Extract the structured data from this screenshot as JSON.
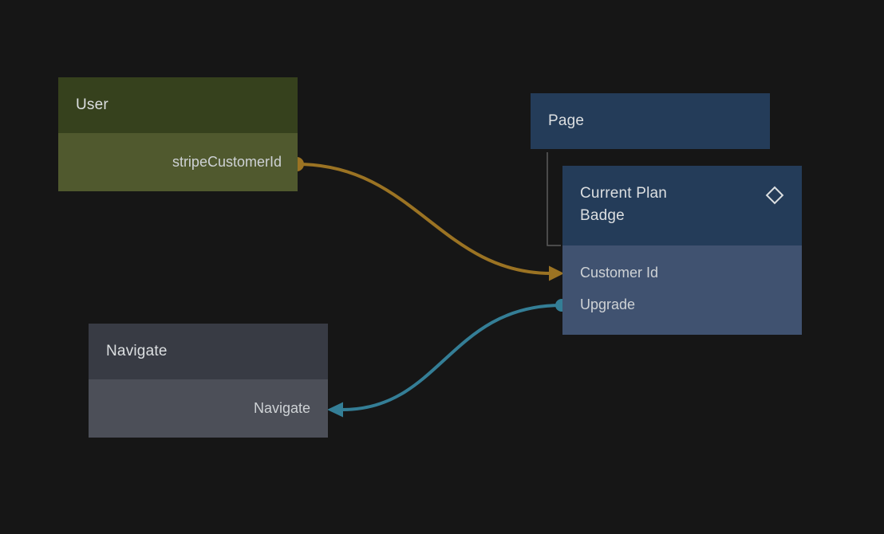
{
  "colors": {
    "background": "#161616",
    "user_header": "#36411d",
    "user_body": "#50592e",
    "page_header": "#243c59",
    "current_plan_badge_header": "#243c59",
    "current_plan_badge_body": "#405270",
    "navigate_header": "#383b44",
    "navigate_body": "#4c4f58",
    "tree_line": "#5b5b5b"
  },
  "nodes": {
    "user": {
      "title": "User",
      "output_label": "stripeCustomerId"
    },
    "page": {
      "title": "Page"
    },
    "current_plan_badge": {
      "title": "Current Plan Badge",
      "header_icon": "diamond-icon",
      "inputs": {
        "customer_id": "Customer Id",
        "upgrade": "Upgrade"
      }
    },
    "navigate": {
      "title": "Navigate",
      "action_label": "Navigate"
    }
  },
  "edges": [
    {
      "id": "user-stripeCustomerId-to-currentPlanBadge-customerId",
      "color": "#9b7323"
    },
    {
      "id": "currentPlanBadge-upgrade-to-navigate",
      "color": "#347e96"
    }
  ]
}
